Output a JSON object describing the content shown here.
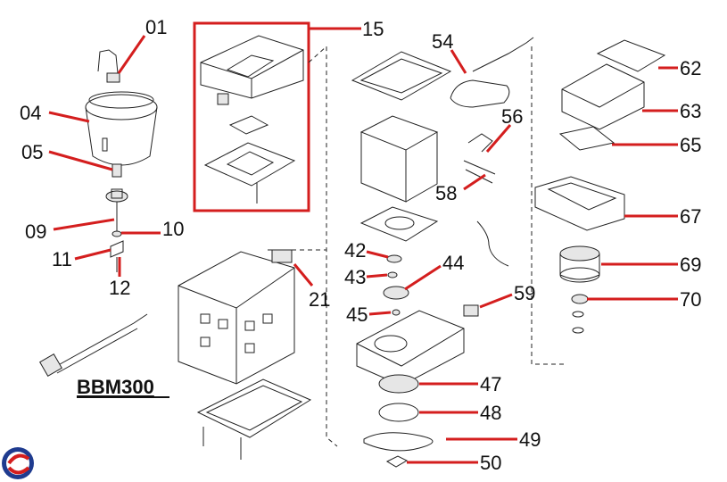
{
  "diagram": {
    "model": "BBM300",
    "colors": {
      "leader": "#d41e1e",
      "group_box": "#d41e1e",
      "line": "#222222",
      "logo_blue": "#1f3b8f"
    },
    "callouts": {
      "p01": "01",
      "p04": "04",
      "p05": "05",
      "p09": "09",
      "p10": "10",
      "p11": "11",
      "p12": "12",
      "p15": "15",
      "p21": "21",
      "p42": "42",
      "p43": "43",
      "p44": "44",
      "p45": "45",
      "p47": "47",
      "p48": "48",
      "p49": "49",
      "p50": "50",
      "p54": "54",
      "p56": "56",
      "p58": "58",
      "p59": "59",
      "p62": "62",
      "p63": "63",
      "p65": "65",
      "p67": "67",
      "p69": "69",
      "p70": "70"
    }
  }
}
